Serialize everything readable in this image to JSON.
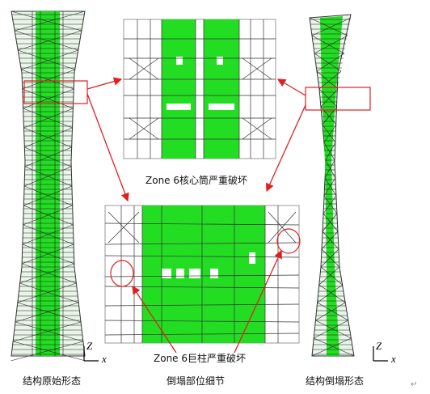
{
  "labels": {
    "core_damage": "Zone 6核心筒严重破坏",
    "column_damage": "Zone 6巨柱严重破坏",
    "original_shape": "结构原始形态",
    "collapse_detail": "倒塌部位细节",
    "collapse_shape": "结构倒塌形态"
  },
  "axes": {
    "z": "Z",
    "x": "x"
  },
  "colors": {
    "structure_green": "#22dd22",
    "frame_line": "#222222",
    "pointer_red": "#e02020",
    "panel_border": "#999999"
  },
  "icons": [
    "return-mark-icon"
  ]
}
